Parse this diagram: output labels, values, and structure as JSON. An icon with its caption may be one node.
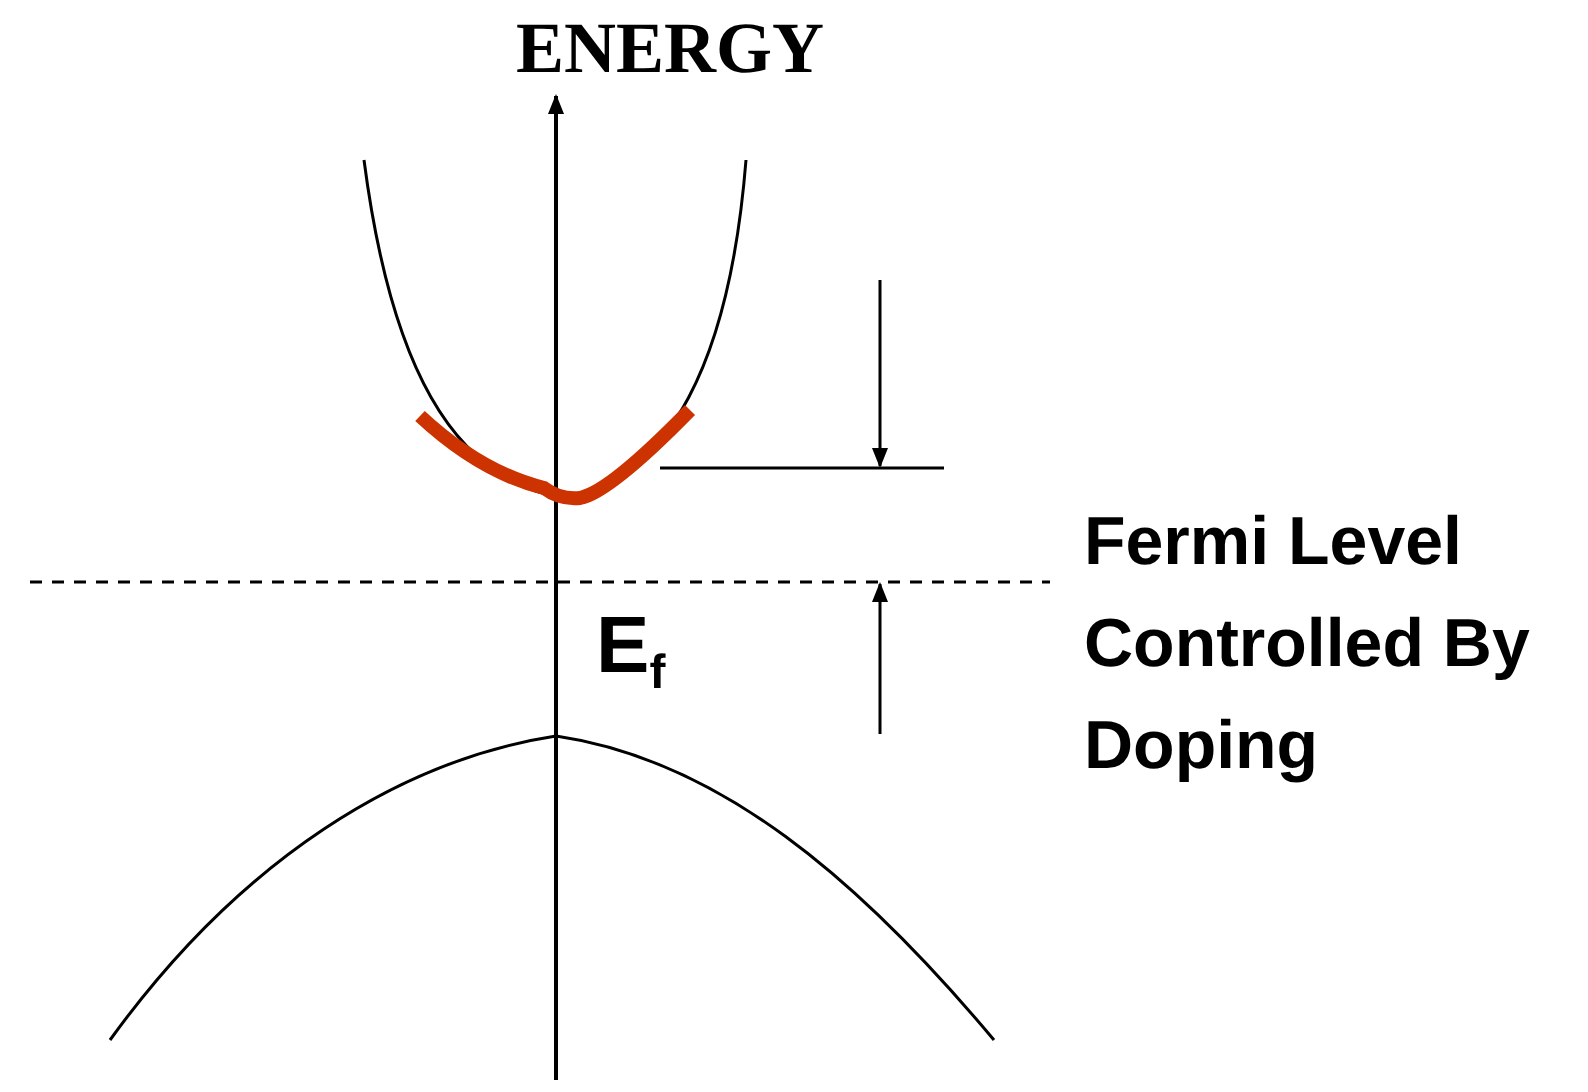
{
  "diagram": {
    "labels": [
      "ENERGY",
      "E$_{f}$",
      "Fermi Level Controlled By Doping"
    ]
  }
}
